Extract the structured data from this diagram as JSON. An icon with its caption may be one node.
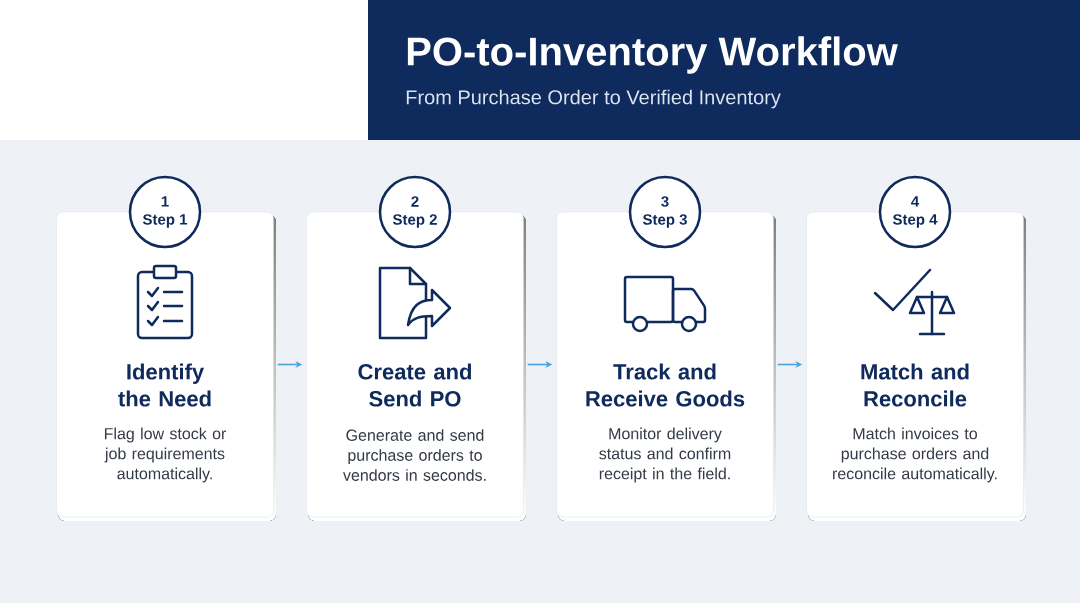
{
  "diagram": {
    "title": "PO-to-Inventory Workflow",
    "nodes": [
      {
        "text": [
          "Identify the Need",
          "Flag low stock or job requirements automatically."
        ]
      },
      {
        "text": [
          "1",
          "Step 1"
        ]
      },
      {
        "text": [
          "Create and Send PO",
          "Generate and send purchase orders to vendors in seconds."
        ]
      },
      {
        "text": [
          "2",
          "Step 2"
        ]
      },
      {
        "text": [
          "Track and Receive Goods",
          "Monitor delivery status and confirm receipt in the field."
        ]
      },
      {
        "text": [
          "3",
          "Step 3"
        ]
      },
      {
        "text": [
          "Match and Reconcile",
          "Match invoices to purchase orders and reconcile automatically."
        ]
      },
      {
        "text": [
          "4",
          "Step 4"
        ]
      }
    ],
    "edges": [
      {
        "from": 0,
        "to": 2,
        "arrow": "to"
      },
      {
        "from": 2,
        "to": 4,
        "arrow": "to"
      },
      {
        "from": 4,
        "to": 6,
        "arrow": "to"
      }
    ],
    "labels": [
      "From Purchase Order to Verified Inventory"
    ]
  }
}
